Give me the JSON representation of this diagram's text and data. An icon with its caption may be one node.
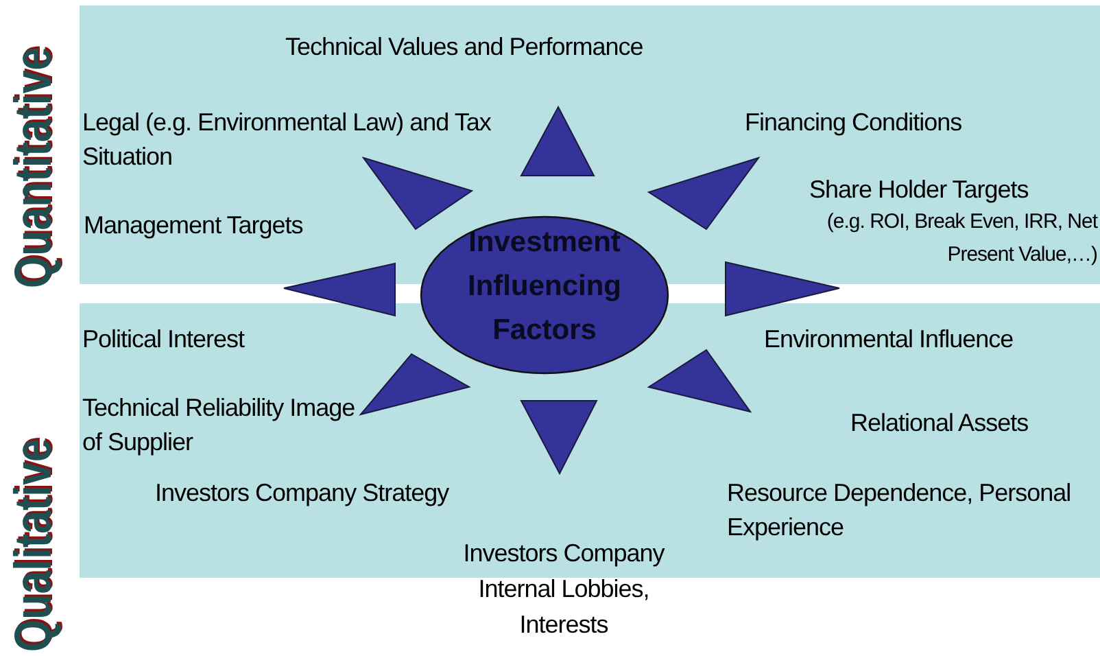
{
  "diagram": {
    "nodes": [
      {
        "text": [
          "Quantitative",
          "Technical Values and Performance",
          "Legal (e.g. Environmental Law) and Tax Situation",
          "Financing Conditions",
          "Share Holder Targets",
          "Management Targets",
          "(e.g. ROI, Break Even, IRR, Net Present Value,…)"
        ]
      },
      {
        "text": [
          "Qualitative",
          "Political Interest",
          "Technical Reliability Image of Supplier",
          "Investors Company Strategy",
          "Environmental Influence",
          "Relational Assets",
          "Resource Dependence, Personal Experience"
        ]
      },
      {
        "text": [
          "Investment Influencing Factors"
        ]
      }
    ],
    "labels": [
      "Investors Company Internal Lobbies, Interests"
    ]
  }
}
